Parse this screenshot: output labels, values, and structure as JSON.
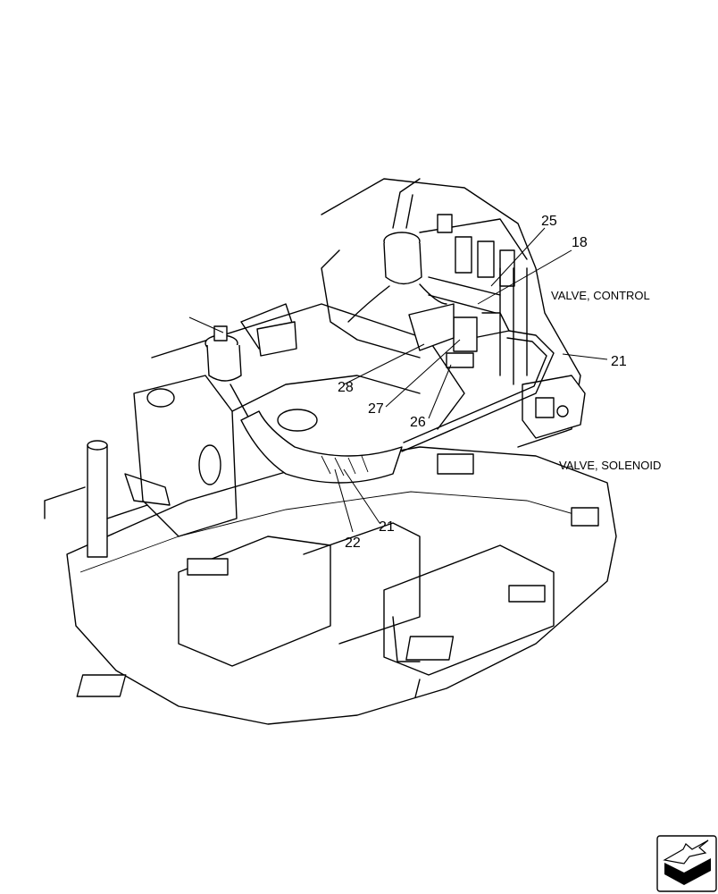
{
  "callouts": {
    "c25": "25",
    "c18": "18",
    "c21_top": "21",
    "c28": "28",
    "c27": "27",
    "c26": "26",
    "c21_bottom": "21",
    "c22": "22"
  },
  "labels": {
    "valve_control": "VALVE, CONTROL",
    "valve_solenoid": "VALVE, SOLENOID"
  },
  "icons": {
    "corner_icon": "navigation-arrow-icon"
  }
}
